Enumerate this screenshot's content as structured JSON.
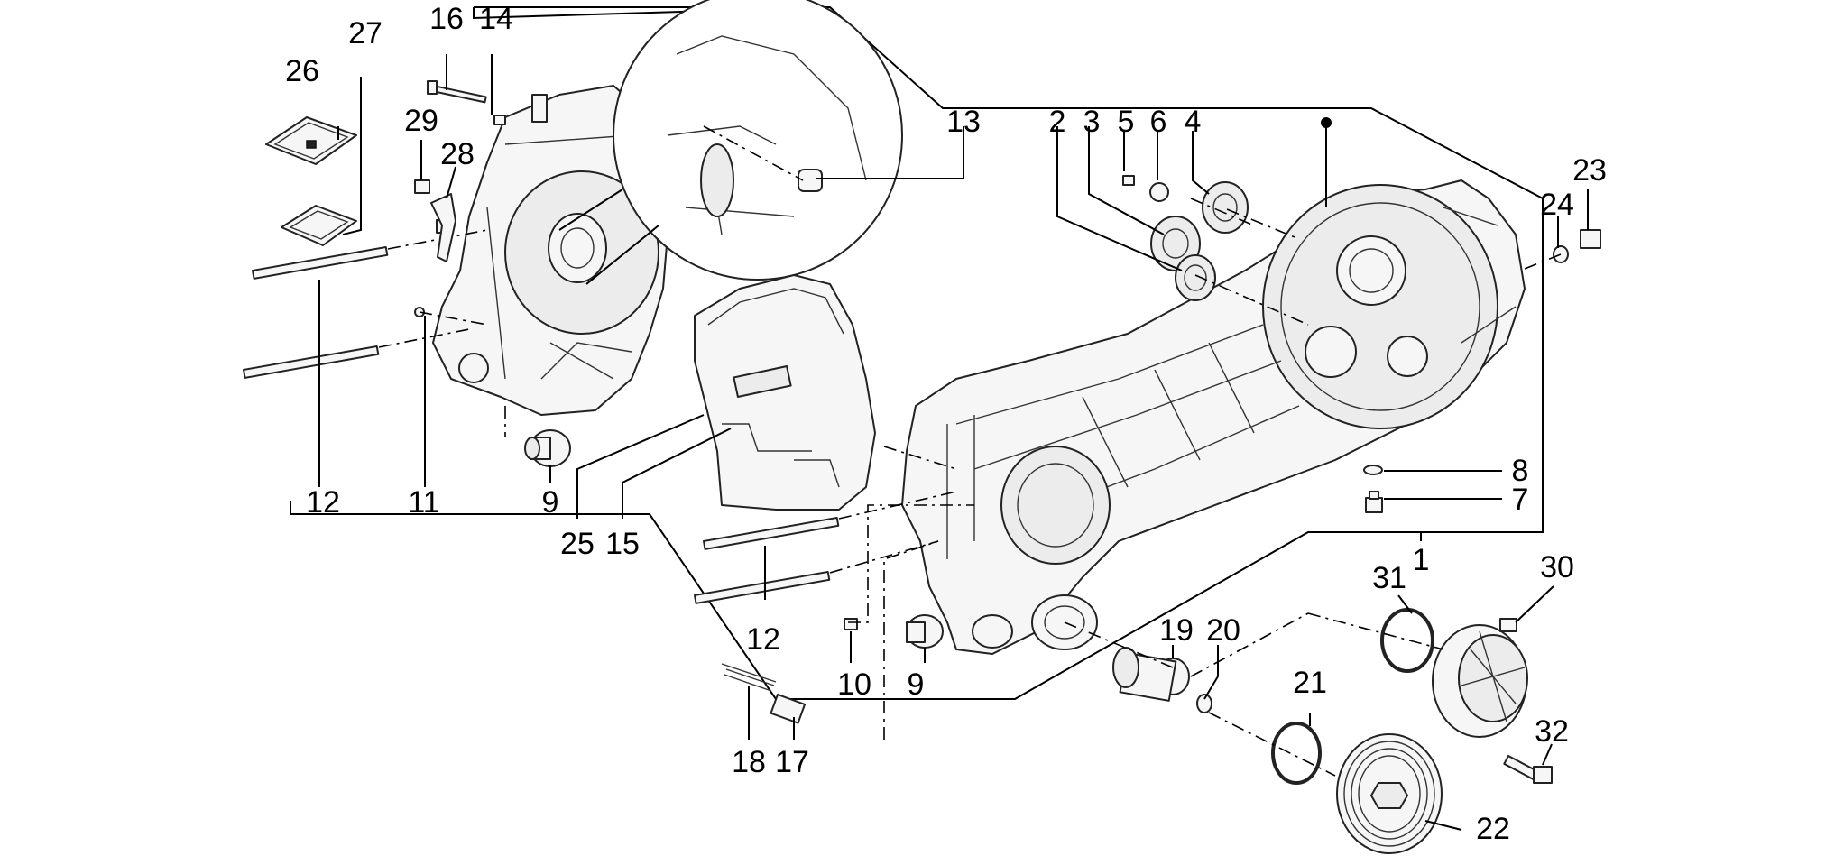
{
  "labels": {
    "l1": "1",
    "l2": "2",
    "l3": "3",
    "l4": "4",
    "l5": "5",
    "l6": "6",
    "l7": "7",
    "l8": "8",
    "l9a": "9",
    "l9b": "9",
    "l10": "10",
    "l11": "11",
    "l12a": "12",
    "l12b": "12",
    "l13": "13",
    "l14": "14",
    "l15": "15",
    "l16": "16",
    "l17": "17",
    "l18": "18",
    "l19": "19",
    "l20": "20",
    "l21": "21",
    "l22": "22",
    "l23": "23",
    "l24": "24",
    "l25": "25",
    "l26": "26",
    "l27": "27",
    "l28": "28",
    "l29": "29",
    "l30": "30",
    "l31": "31",
    "l32": "32"
  }
}
